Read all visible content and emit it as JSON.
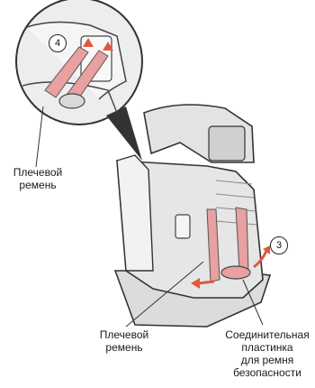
{
  "callouts": {
    "step_4": "4",
    "step_3": "3"
  },
  "labels": {
    "shoulder_belt_top": "Плечевой\nремень",
    "shoulder_belt_bottom": "Плечевой\nремень",
    "buckle_plate": "Соединительная\nпластинка\nдля ремня\nбезопасности"
  },
  "colors": {
    "belt": "#e8a0a0",
    "seat_fill": "#e6e6e6",
    "outline": "#333333",
    "arrow": "#e2583e"
  }
}
